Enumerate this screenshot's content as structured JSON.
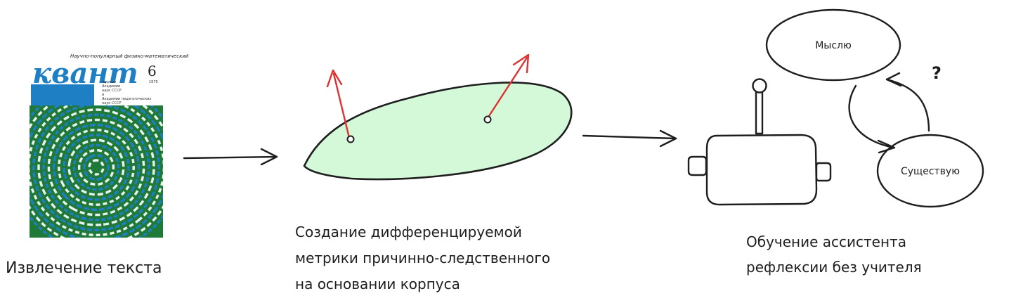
{
  "steps": [
    {
      "caption": "Извлечение текста"
    },
    {
      "caption_lines": [
        "Создание дифференцируемой",
        "метрики причинно-следственного",
        "на основании корпуса"
      ]
    },
    {
      "caption_lines": [
        "Обучение ассистента",
        "рефлексии без учителя"
      ]
    }
  ],
  "magazine": {
    "title": "квант",
    "issue": "6",
    "year": "1975",
    "header": "Научно-популярный физико-математический",
    "subtitle_lines": [
      "журнал",
      "Академии",
      "наук СССР",
      "и",
      "Академии педагогических",
      "наук СССР"
    ],
    "colors": {
      "blue": "#1f7fc4",
      "green": "#1f7a3a",
      "light": "#e9f2ec"
    }
  },
  "cycle": {
    "top_node": "Мыслю",
    "bottom_node": "Существую",
    "question": "?"
  },
  "colors": {
    "ink": "#1e1e1e",
    "arrow_red": "#e03131",
    "blob_fill": "#d3f9d8"
  }
}
